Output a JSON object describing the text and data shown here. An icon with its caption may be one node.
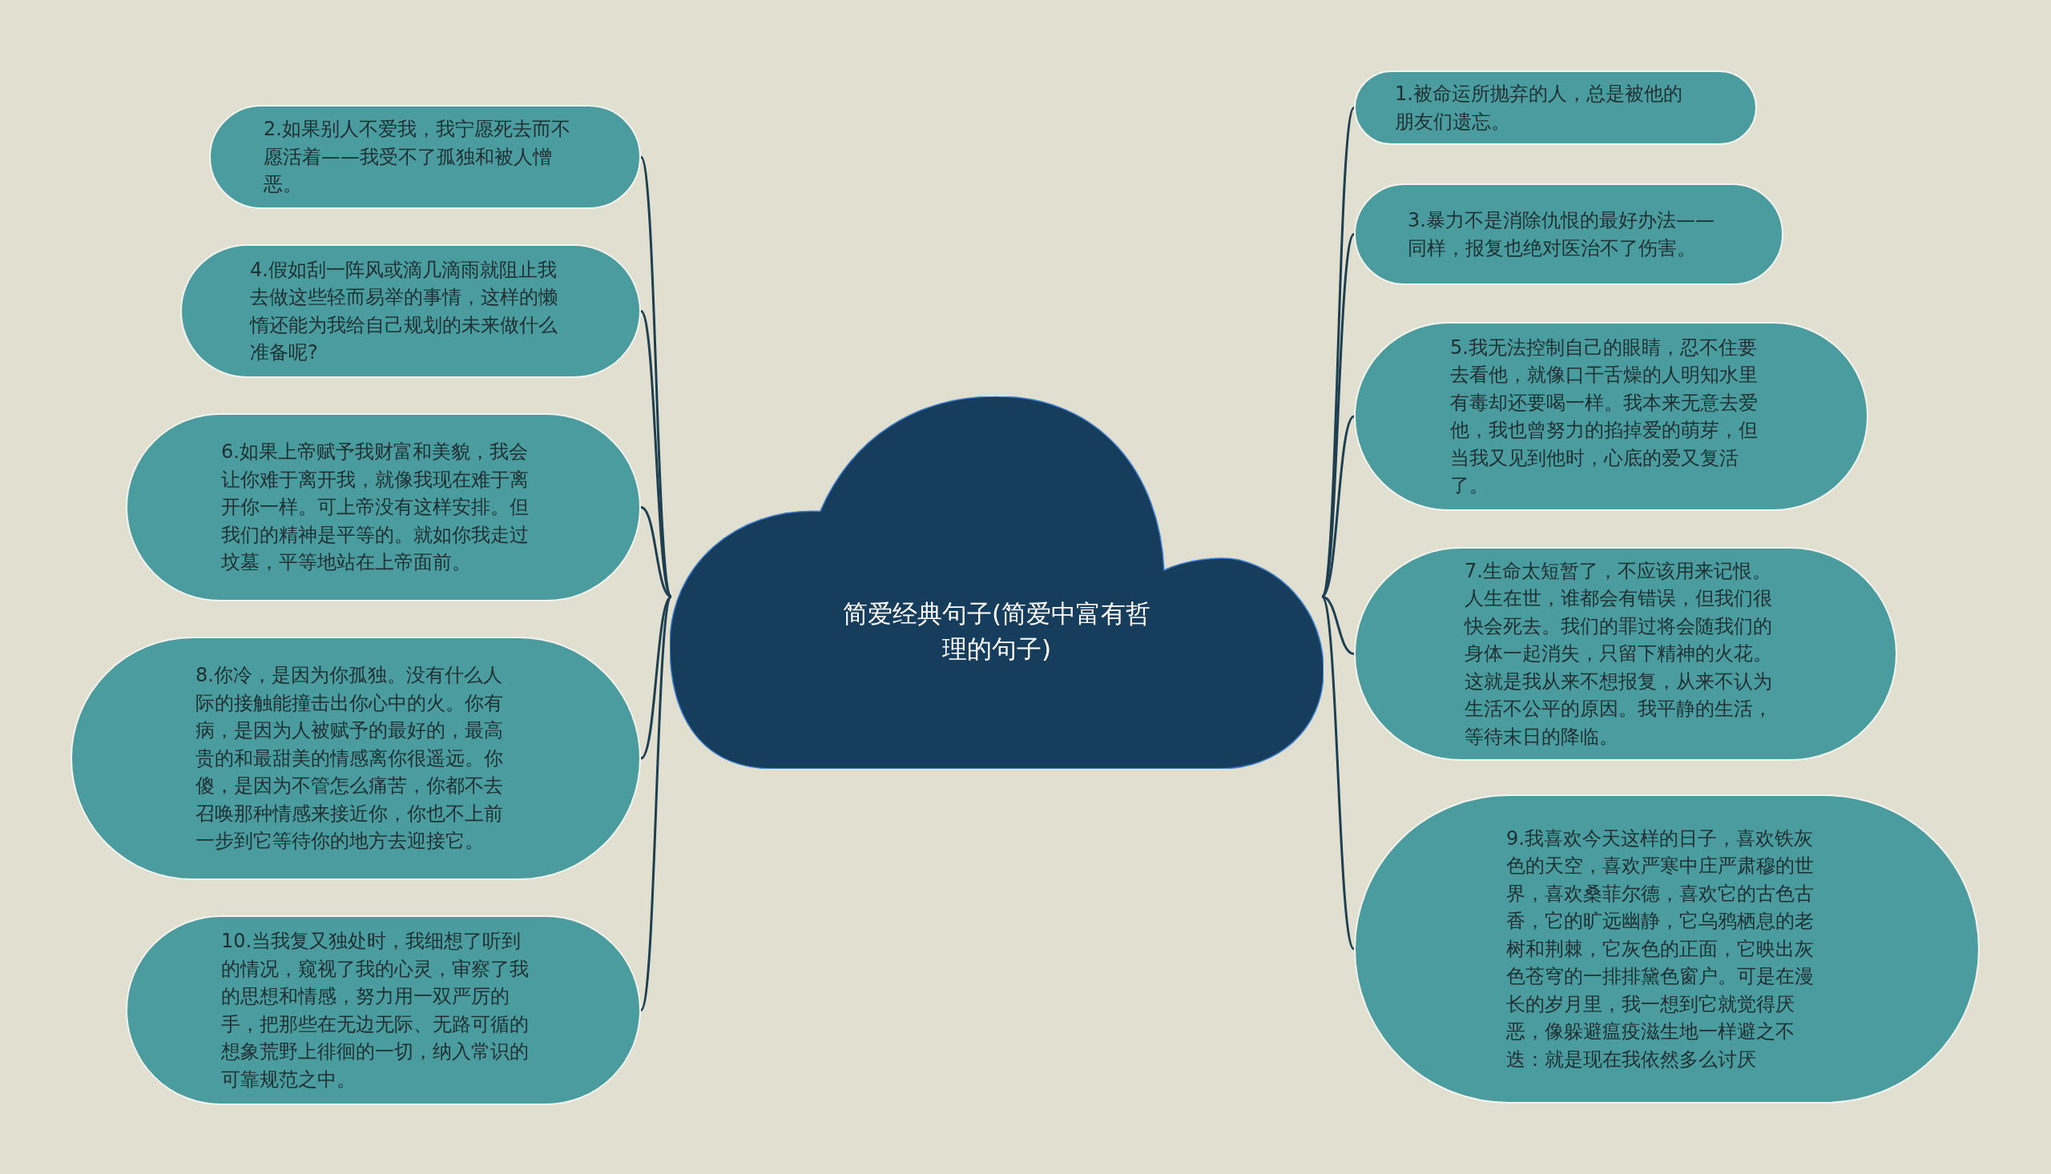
{
  "diagram": {
    "nodes": [
      {
        "text": [
          "简爱经典句子(简爱中富有哲理的句子)"
        ]
      },
      {
        "text": [
          "1.被命运所抛弃的人，总是被他的朋友们遗忘。"
        ]
      },
      {
        "text": [
          "2.如果别人不爱我，我宁愿死去而不愿活着——我受不了孤独和被人憎恶。"
        ]
      },
      {
        "text": [
          "3.暴力不是消除仇恨的最好办法——同样，报复也绝对医治不了伤害。"
        ]
      },
      {
        "text": [
          "4.假如刮一阵风或滴几滴雨就阻止我去做这些轻而易举的事情，这样的懒惰还能为我给自己规划的未来做什么准备呢?"
        ]
      },
      {
        "text": [
          "5.我无法控制自己的眼睛，忍不住要去看他，就像口干舌燥的人明知水里有毒却还要喝一样。我本来无意去爱他，我也曾努力的掐掉爱的萌芽，但当我又见到他时，心底的爱又复活了。"
        ]
      },
      {
        "text": [
          "6.如果上帝赋予我财富和美貌，我会让你难于离开我，就像我现在难于离开你一样。可上帝没有这样安排。但我们的精神是平等的。就如你我走过坟墓，平等地站在上帝面前。"
        ]
      },
      {
        "text": [
          "7.生命太短暂了，不应该用来记恨。人生在世，谁都会有错误，但我们很快会死去。我们的罪过将会随我们的身体一起消失，只留下精神的火花。这就是我从来不想报复，从来不认为生活不公平的原因。我平静的生活，等待末日的降临。"
        ]
      },
      {
        "text": [
          "8.你冷，是因为你孤独。没有什么人际的接触能撞击出你心中的火。你有病，是因为人被赋予的最好的，最高贵的和最甜美的情感离你很遥远。你傻，是因为不管怎么痛苦，你都不去召唤那种情感来接近你，你也不上前一步到它等待你的地方去迎接它。"
        ]
      },
      {
        "text": [
          "9.我喜欢今天这样的日子，喜欢铁灰色的天空，喜欢严寒中庄严肃穆的世界，喜欢桑菲尔德，喜欢它的古色古香，它的旷远幽静，它乌鸦栖息的老树和荆棘，它灰色的正面，它映出灰色苍穹的一排排黛色窗户。可是在漫长的岁月里，我一想到它就觉得厌恶，像躲避瘟疫滋生地一样避之不迭：就是现在我依然多么讨厌"
        ]
      },
      {
        "text": [
          "10.当我复又独处时，我细想了听到的情况，窥视了我的心灵，审察了我的思想和情感，努力用一双严厉的手，把那些在无边无际、无路可循的想象荒野上徘徊的一切，纳入常识的可靠规范之中。"
        ]
      }
    ],
    "edges": [
      {
        "from": 0,
        "to": 1,
        "arrow": "none"
      },
      {
        "from": 0,
        "to": 2,
        "arrow": "none"
      },
      {
        "from": 0,
        "to": 3,
        "arrow": "none"
      },
      {
        "from": 0,
        "to": 4,
        "arrow": "none"
      },
      {
        "from": 0,
        "to": 5,
        "arrow": "none"
      },
      {
        "from": 0,
        "to": 6,
        "arrow": "none"
      },
      {
        "from": 0,
        "to": 7,
        "arrow": "none"
      },
      {
        "from": 0,
        "to": 8,
        "arrow": "none"
      },
      {
        "from": 0,
        "to": 9,
        "arrow": "none"
      },
      {
        "from": 0,
        "to": 10,
        "arrow": "none"
      }
    ]
  }
}
